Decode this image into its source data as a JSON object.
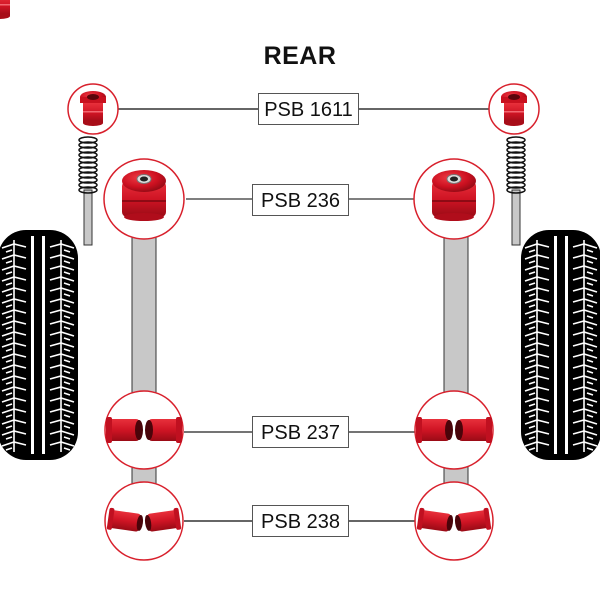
{
  "title": "REAR",
  "parts": [
    {
      "code": "PSB 1611",
      "position": "shock-absorber-top",
      "type": "shock-bush"
    },
    {
      "code": "PSB 236",
      "position": "trailing-arm-front",
      "type": "flanged-bush"
    },
    {
      "code": "PSB 237",
      "position": "lower-arm-inner",
      "type": "split-bush-pair"
    },
    {
      "code": "PSB 238",
      "position": "lower-arm-outer",
      "type": "split-bush-pair"
    }
  ],
  "colors": {
    "bush_red": "#d0121f",
    "callout_circle": "#d8202c",
    "arm_grey": "#c8c8c8",
    "tyre": "#000000",
    "leader_line": "#666666"
  }
}
